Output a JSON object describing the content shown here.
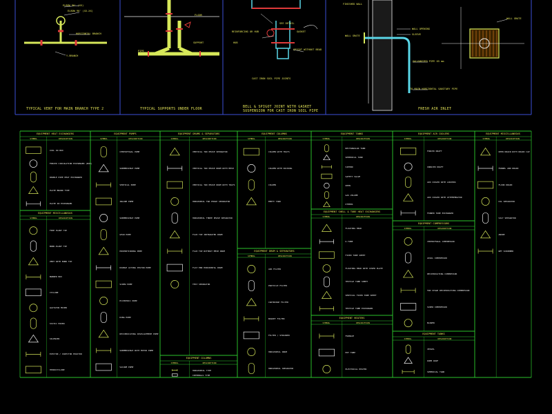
{
  "top_details": {
    "captions": [
      "TYPICAL VENT FOR MAIN BRANCH TYPE 2",
      "TYPICAL SUPPORTS UNDER FLOOR",
      "BELL & SPIGOT JOINT WITH GASKET",
      "SUSPENSION FOR CAST IRON SOIL PIPE",
      "FRESH AIR INLET"
    ],
    "labels": {
      "vent": [
        "ELBOW 90' (XX)",
        "ELBOW 90' (XX-XX)",
        "HORIZONTAL BRANCH",
        "Y-BRANCH"
      ],
      "support": [
        "FLOOR",
        "PIPE",
        "SUPPORT"
      ],
      "joint": [
        "SEE DETAIL",
        "GASKET",
        "REINFORCING OR HUB",
        "HUB",
        "SPIGOT WITHOUT BEAD",
        "CAST IRON SOIL PIPE JOINTS"
      ],
      "inlet": [
        "FINISHED WALL",
        "WALL OPENING",
        "SLEEVE",
        "WALL GRATE",
        "GALVANIZED PIPE 65 mm",
        "TO MAIN HORIZONTAL SANITARY PIPE",
        "WALL GRATE"
      ]
    }
  },
  "legend": {
    "sections": [
      {
        "title": "EQUIPMENT HEAT EXCHANGERS",
        "symbol_header": "SYMBOL",
        "desc_header": "DESCRIPTION",
        "items": [
          "COIL IN BOX",
          "FORCED CIRCULATION EXCHANGER (BOX)",
          "DOUBLE PIPE HEAT EXCHANGER",
          "PLATE BRAND TYPE",
          "PLATE IN EXCHANGER"
        ]
      },
      {
        "title": "EQUIPMENT MISCELLANEOUS",
        "symbol_header": "SYMBOL",
        "desc_header": "DESCRIPTION",
        "items": [
          "FIRE PLANT TIP",
          "BOND-PLANT TIP",
          "VENT WITH BOND TIP",
          "BURNER BOX",
          "CYCLONE",
          "AGITATOR MIXER",
          "STATIC MIXER",
          "SILENCER",
          "EJECTOR / INJECTOR EDUCTOR",
          "HYDROCYCLONE"
        ]
      },
      {
        "title": "EQUIPMENT PUMPS",
        "symbol_header": "SYMBOL",
        "desc_header": "DESCRIPTION",
        "items": [
          "CENTRIFUGAL PUMP",
          "SUBMERSIBLE PUMP",
          "VERTICAL PUMP",
          "INLINE PUMP",
          "SUBMERSIBLE PUMP",
          "GEAR PUMP",
          "PROPORTIONING PUMP",
          "DOUBLE ACTING PISTON PUMP",
          "SCREW PUMP",
          "ECCENTRIC PUMP",
          "RING PUMP",
          "RECIPROCATING DISPLACEMENT PUMP",
          "SUBMERSIBLE WITH MOTOR PUMP",
          "VACUUM PUMP"
        ]
      },
      {
        "title": "EQUIPMENT DRUMS & SEPARATORS",
        "symbol_header": "SYMBOL",
        "desc_header": "DESCRIPTION",
        "items": [
          "VERTICAL TWO PHASE SEPARATOR",
          "VERTICAL TWO PHASE DRUM WITH MESH",
          "VERTICAL TWO PHASE DRUM WITH TRAYS",
          "HORIZONTAL TWO PHASE SEPARATOR",
          "HORIZONTAL THREE PHASE SEPARATOR",
          "FLUX TOP INTEGRATED DRUM",
          "FLUX TOP WITHOUT MESH DRUM",
          "FLAT END HORIZONTAL DRUM",
          "TEST SEPARATOR"
        ]
      },
      {
        "title": "EQUIPMENT COLUMNS",
        "symbol_header": "SYMBOL",
        "desc_header": "DESCRIPTION",
        "items": [
          "HORIZONTAL TYPE",
          "INTERNALS TYPE"
        ]
      },
      {
        "title": "EQUIPMENT COLUMNS",
        "symbol_header": "SYMBOL",
        "desc_header": "DESCRIPTION",
        "items": [
          "COLUMN WITH TRAYS",
          "COLUMN WITH PACKING",
          "COLUMN",
          "EMPTY TANK"
        ]
      },
      {
        "title": "EQUIPMENT DRUM & SEPARATORS",
        "symbol_header": "SYMBOL",
        "desc_header": "DESCRIPTION",
        "items": [
          "AIR FILTER",
          "PARTICLE FILTER",
          "CARTRIDGE FILTER",
          "BASKET FILTER",
          "FILTER / STRAINER",
          "HORIZONTAL DRUM",
          "HORIZONTAL SEPARATOR"
        ]
      },
      {
        "title": "EQUIPMENT TANKS",
        "symbol_header": "SYMBOL",
        "desc_header": "DESCRIPTION",
        "items": [
          "RECTANGULAR TANK",
          "SPHERICAL TANK",
          "SIPHON",
          "SAFETY VALVE",
          "OPEN",
          "GAS VOLUME",
          "OTHERS"
        ]
      },
      {
        "title": "EQUIPMENT SHELL & TUBE HEAT EXCHANGERS",
        "symbol_header": "SYMBOL",
        "desc_header": "DESCRIPTION",
        "items": [
          "FLOATING HEAD",
          "U-TUBE",
          "FIXED TUBE SHEET",
          "FLOATING HEAD WITH COVER PLATE",
          "TEXTILE TUBE SHEET",
          "VERTICAL FIXED TUBE SHEET",
          "TEXTILE TUBE EXCHANGER"
        ]
      },
      {
        "title": "EQUIPMENT HEATERS",
        "symbol_header": "SYMBOL",
        "desc_header": "DESCRIPTION",
        "items": [
          "FURNACE",
          "HOT TUBE",
          "ELECTRICAL HEATER"
        ]
      },
      {
        "title": "EQUIPMENT AIR COOLERS",
        "symbol_header": "SYMBOL",
        "desc_header": "DESCRIPTION",
        "items": [
          "FORCED DRAFT",
          "INDUCED DRAFT",
          "AIR COOLER WITH LOUVERS",
          "AIR COOLER WITH ATTEMPERATOR",
          "FINNED TUBE EXCHANGER"
        ]
      },
      {
        "title": "EQUIPMENT COMPRESSORS",
        "symbol_header": "SYMBOL",
        "desc_header": "DESCRIPTION",
        "items": [
          "CENTRIFUGAL COMPRESSOR",
          "AXIAL COMPRESSOR",
          "RECIPROCATING COMPRESSOR",
          "TWO STAGE RECIPROCATING COMPRESSOR",
          "SCREW COMPRESSOR",
          "BLOWER"
        ]
      },
      {
        "title": "EQUIPMENT TANKS",
        "symbol_header": "SYMBOL",
        "desc_header": "DESCRIPTION",
        "items": [
          "VESSEL",
          "DOME ROOF",
          "SPHERICAL TANK"
        ]
      },
      {
        "title": "EQUIPMENT MISCELLANEOUS",
        "symbol_header": "SYMBOL",
        "desc_header": "DESCRIPTION",
        "items": [
          "OPEN DRAIN WITH DRAIN CAP",
          "FUNNEL AND DRAIN",
          "FLOOR DRAIN",
          "OIL SEPARATOR",
          "SILT SEPARATOR",
          "ANODE",
          "WET SCRUBBER"
        ]
      }
    ]
  },
  "colors": {
    "background": "#000000",
    "frame": "#3b4fd8",
    "grid": "#2fd02f",
    "pipe": "#d7e85a",
    "joint": "#e03a3a",
    "text": "#e8e85a",
    "cyan": "#5ad7e8",
    "white": "#f0f0f0"
  }
}
